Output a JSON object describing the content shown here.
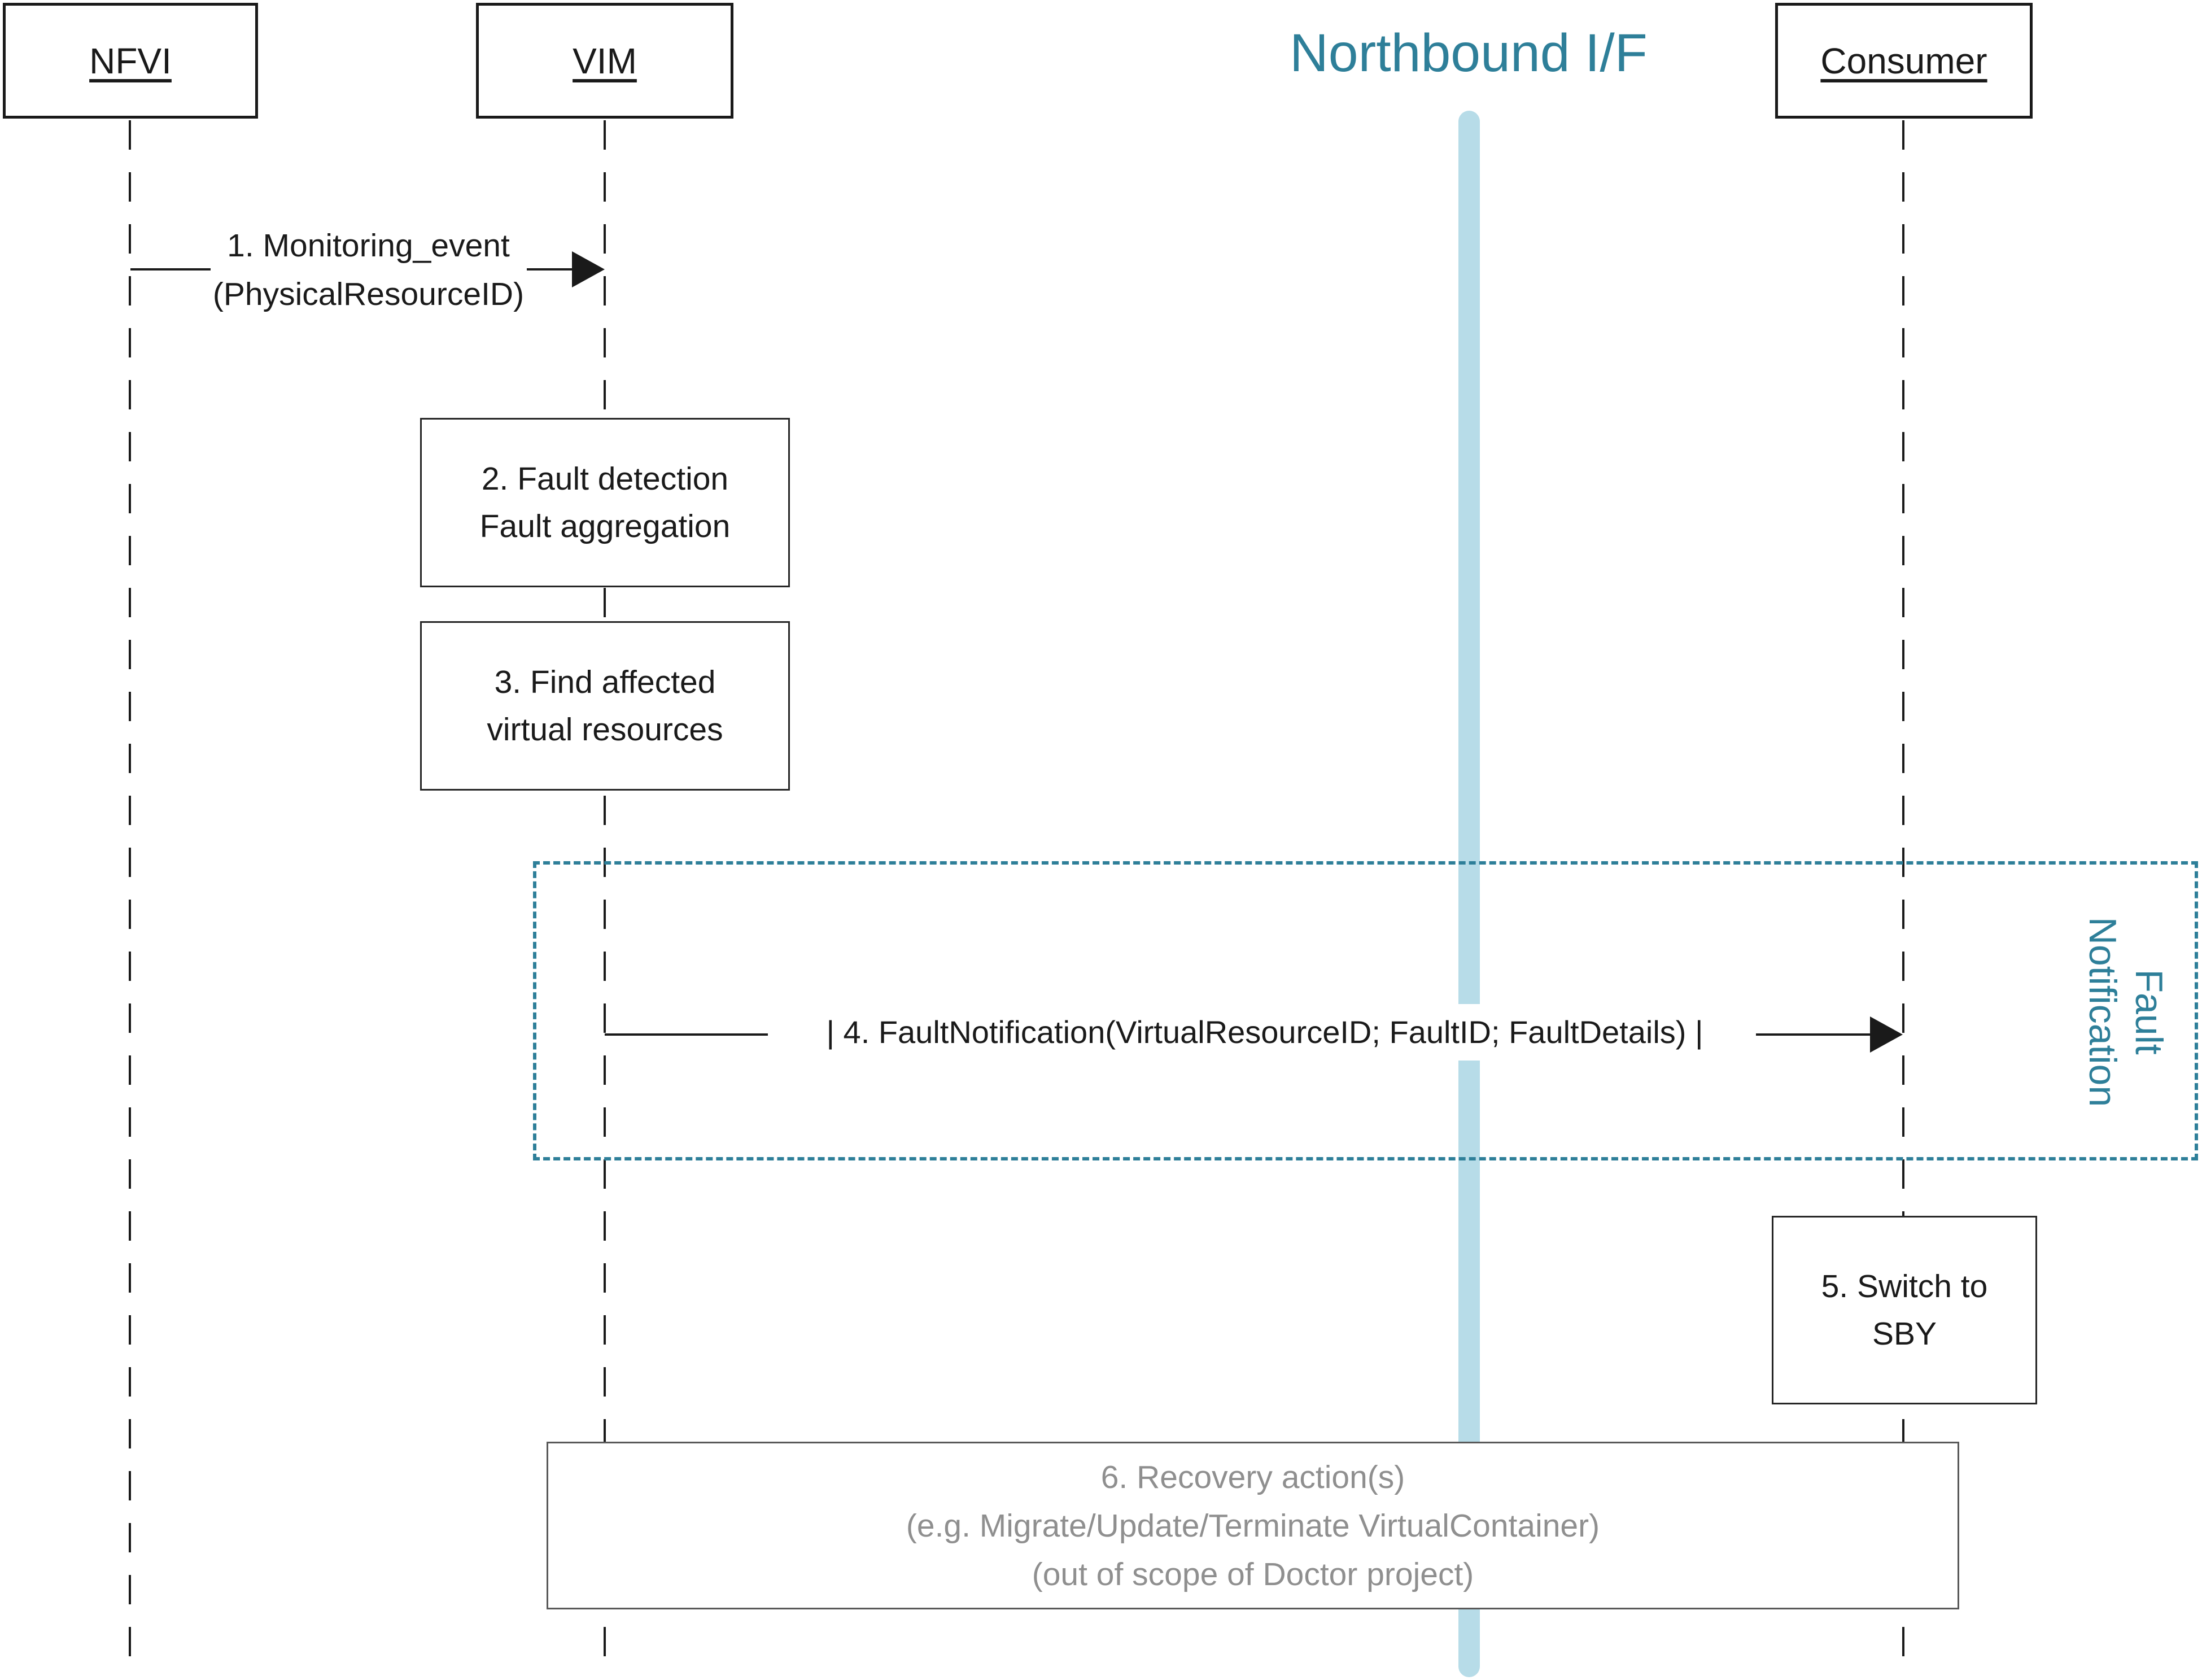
{
  "diagram": {
    "northbound_label": "Northbound I/F",
    "actors": [
      {
        "label": "NFVI"
      },
      {
        "label": "VIM"
      },
      {
        "label": "Consumer"
      }
    ],
    "message1": {
      "line1": "1. Monitoring_event",
      "line2": "(PhysicalResourceID)"
    },
    "box2": {
      "line1": "2. Fault detection",
      "line2": "Fault aggregation"
    },
    "box3": {
      "line1": "3. Find affected",
      "line2": "virtual resources"
    },
    "message4": {
      "label": "| 4. FaultNotification(VirtualResourceID; FaultID; FaultDetails) |"
    },
    "frame": {
      "line1": "Fault",
      "line2": "Notification"
    },
    "box5": {
      "line1": "5. Switch to",
      "line2": "SBY"
    },
    "box6": {
      "line1": "6. Recovery action(s)",
      "line2": "(e.g. Migrate/Update/Terminate VirtualContainer)",
      "line3": "(out of scope of Doctor project)"
    },
    "colors": {
      "teal": "#2E7F99",
      "light_blue": "#B7DCE8",
      "gray_text": "#8F8F8F",
      "gray_border": "#595959",
      "ink": "#1A1A1A"
    }
  }
}
